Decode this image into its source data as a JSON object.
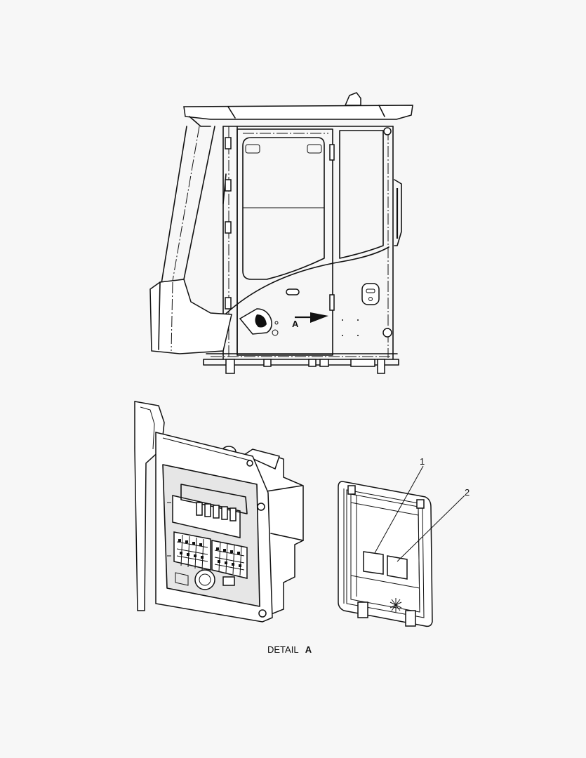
{
  "view_label": "A",
  "callouts": {
    "item1": "1",
    "item2": "2"
  },
  "detail_caption": {
    "prefix": "DETAIL",
    "letter": "A"
  },
  "icons": [
    "view-direction-arrow-icon",
    "callout-leader-line"
  ]
}
